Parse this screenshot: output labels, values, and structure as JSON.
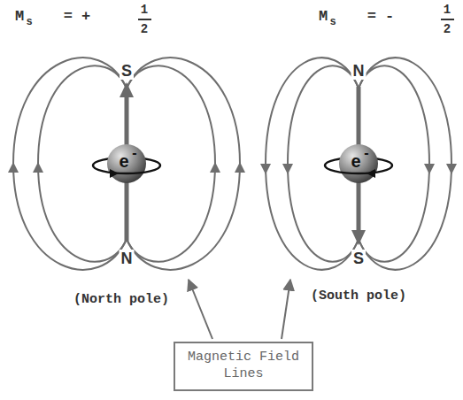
{
  "diagram": {
    "nodes": [
      {
        "text": [
          "Magnetic Field Lines"
        ]
      }
    ],
    "labels": [
      "M",
      "s",
      "= +",
      "1",
      "2",
      "M",
      "s",
      "= -",
      "1",
      "2",
      "S",
      "N",
      "e",
      "-",
      "N",
      "S",
      "e",
      "-",
      "(North pole)",
      "(South pole)"
    ]
  }
}
